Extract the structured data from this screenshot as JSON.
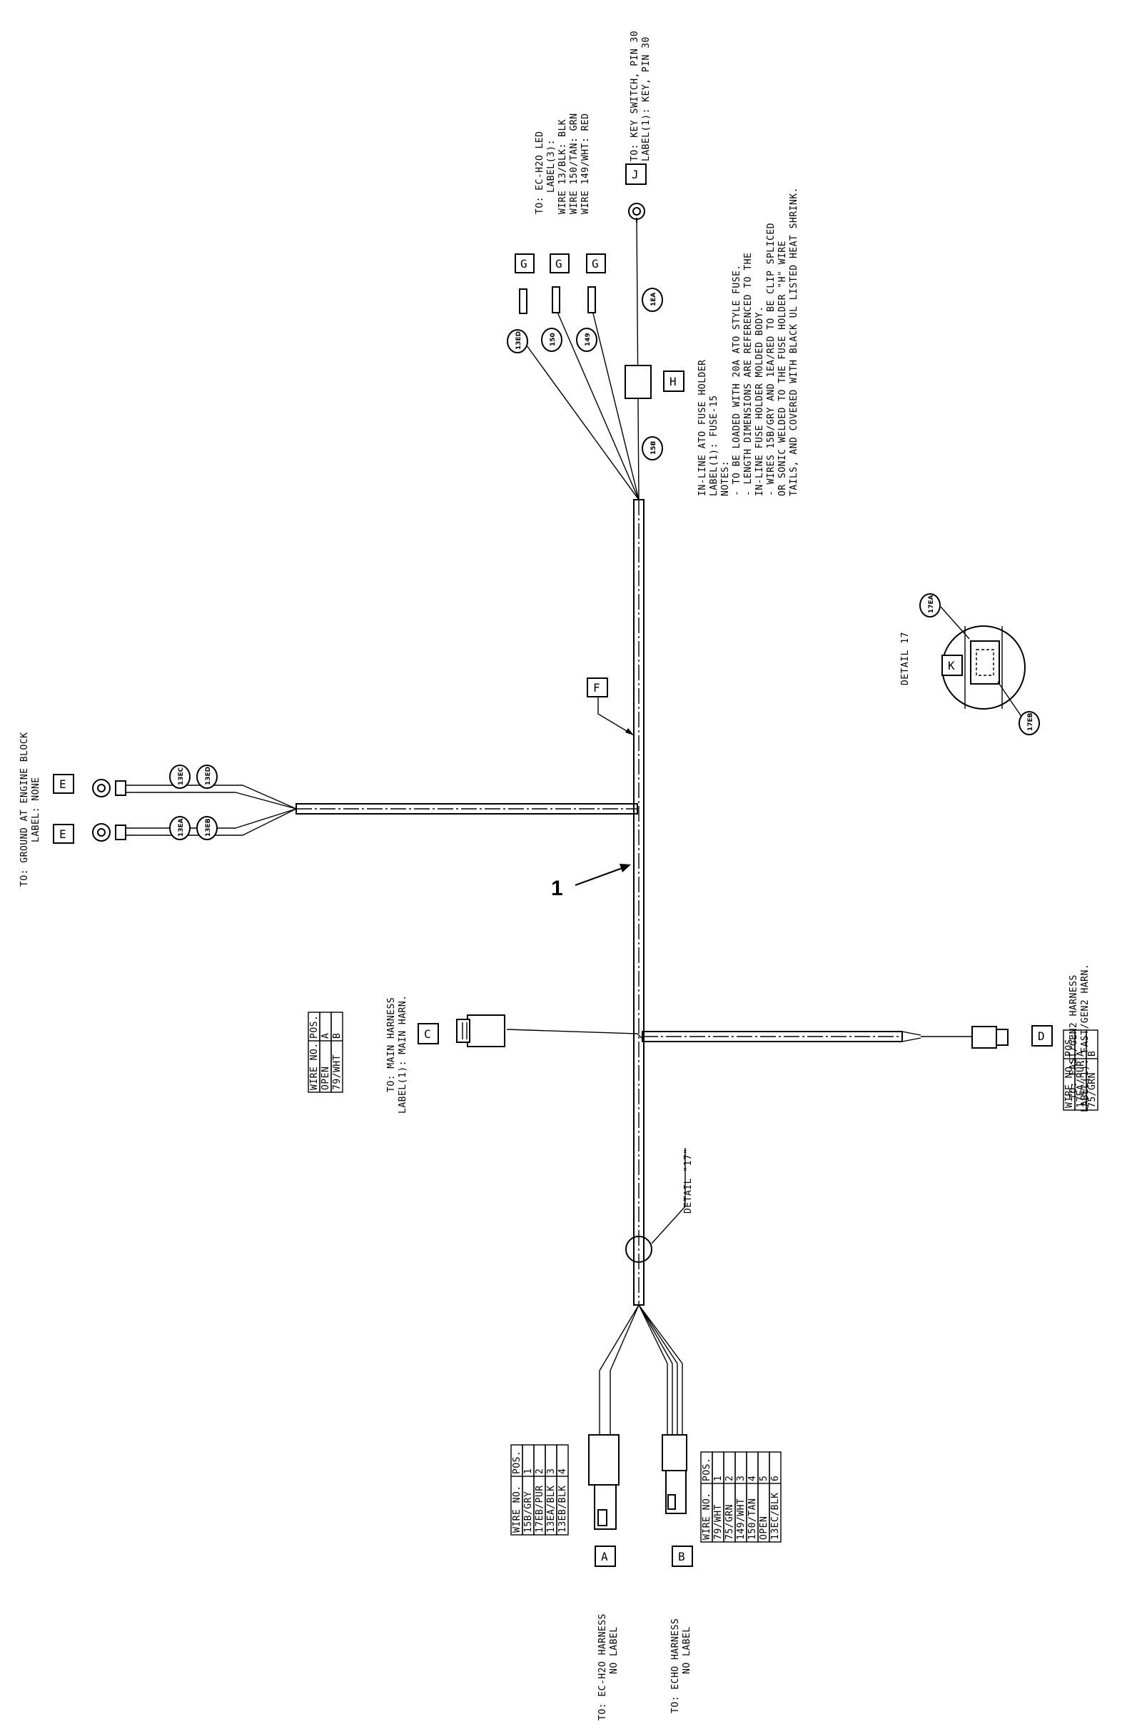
{
  "callout_1": "1",
  "harness_labels": {
    "A": "A",
    "B": "B",
    "C": "C",
    "D": "D",
    "E": "E",
    "F": "F",
    "G": "G",
    "H": "H",
    "J": "J",
    "K": "K"
  },
  "wire_bubbles": {
    "w13ec": "13EC",
    "w13ed": "13ED",
    "w13ea": "13EA",
    "w13eb": "13EB",
    "w13ed_g": "13ED",
    "w150": "150",
    "w149": "149",
    "w1ea": "1EA",
    "w15b": "15B",
    "w17ea": "17EA",
    "w17eb": "17EB"
  },
  "texts": {
    "ground": [
      "TO: GROUND AT ENGINE BLOCK",
      "LABEL: NONE"
    ],
    "main_harness": [
      "TO: MAIN HARNESS",
      "LABEL(1): MAIN HARN."
    ],
    "fast_gen2": [
      "TO: FAST/GEN2 HARNESS",
      "LABEL(1): FAST/GEN2 HARN."
    ],
    "ec_h2o_harness": [
      "TO: EC-H2O HARNESS",
      "NO LABEL"
    ],
    "echo_harness": [
      "TO: ECHO HARNESS",
      "NO LABEL"
    ],
    "ec_h2o_led": [
      "TO: EC-H2O LED",
      "LABEL(3):",
      "WIRE 13/BLK: BLK",
      "WIRE 150/TAN: GRN",
      "WIRE 149/WHT: RED"
    ],
    "key_switch": [
      "TO: KEY SWITCH, PIN 30",
      "LABEL(1): KEY, PIN 30"
    ],
    "fuse_notes": [
      "IN-LINE ATO FUSE HOLDER",
      "LABEL(1): FUSE-15",
      "NOTES:",
      "- TO BE LOADED WITH 20A ATO STYLE FUSE.",
      "- LENGTH DIMENSIONS ARE REFERENCED TO THE",
      "  IN-LINE FUSE HOLDER MOLDED BODY.",
      "- WIRES 15B/GRY AND 1EA/RED TO BE CLIP SPLICED",
      "  OR SONIC WELDED TO THE FUSE HOLDER \"H\" WIRE",
      "  TAILS, AND COVERED WITH BLACK UL LISTED HEAT SHRINK."
    ],
    "detail_17": "DETAIL 17",
    "detail_17_callout": "DETAIL \"17\""
  },
  "tables": {
    "C": {
      "header": [
        "WIRE NO.",
        "POS."
      ],
      "rows": [
        [
          "OPEN",
          "A"
        ],
        [
          "79/WHT",
          "B"
        ]
      ]
    },
    "D": {
      "header": [
        "WIRE NO.",
        "POS."
      ],
      "rows": [
        [
          "17EA/PUR",
          "A"
        ],
        [
          "75/GRN",
          "B"
        ]
      ]
    },
    "A": {
      "header": [
        "WIRE NO.",
        "POS."
      ],
      "rows": [
        [
          "15B/GRY",
          "1"
        ],
        [
          "17EB/PUR",
          "2"
        ],
        [
          "13EA/BLK",
          "3"
        ],
        [
          "13EB/BLK",
          "4"
        ]
      ]
    },
    "B": {
      "header": [
        "WIRE NO.",
        "POS."
      ],
      "rows": [
        [
          "79/WHT",
          "1"
        ],
        [
          "75/GRN",
          "2"
        ],
        [
          "149/WHT",
          "3"
        ],
        [
          "150/TAN",
          "4"
        ],
        [
          "OPEN",
          "5"
        ],
        [
          "13EC/BLK",
          "6"
        ]
      ]
    }
  }
}
